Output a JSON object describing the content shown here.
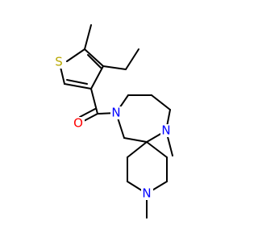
{
  "colors": {
    "background": "#ffffff",
    "bond": "#000000",
    "sulfur": "#b8a800",
    "oxygen": "#ff0000",
    "nitrogen": "#0000ff"
  },
  "atoms": {
    "S": "S",
    "O": "O",
    "N_azepane_amide": "N",
    "N_azepane_methyl": "N",
    "N_piperidine": "N"
  }
}
